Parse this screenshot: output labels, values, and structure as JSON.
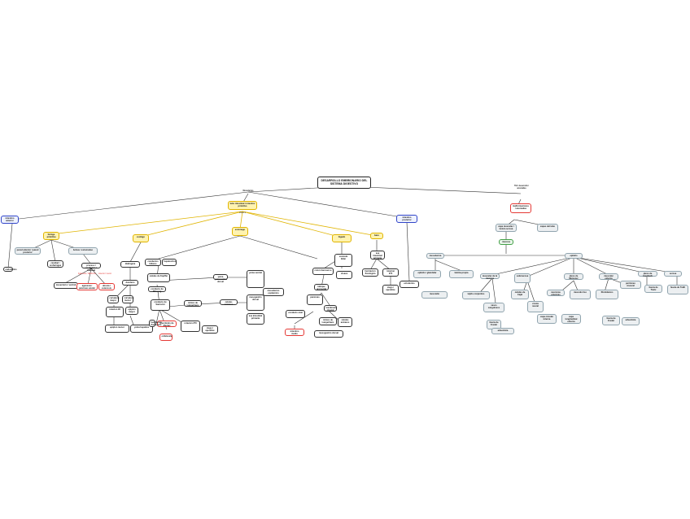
{
  "root": "DESARROLLO EMBRIONARIO DEL SISTEMA DIGESTIVO",
  "left": {
    "hub": "Mesodermo",
    "main": "tubo intestinal / intestino primitivo",
    "main_label": "divide a",
    "branches": {
      "intestino_anterior": "intestino anterior",
      "faringe": "faringe primitiva",
      "bolsas": "bolsas / estomodeo",
      "esofago": "esofago",
      "estomago": "estomago",
      "higado": "higado",
      "vesicula": "vesicula biliar",
      "pancreas": "pancreas",
      "bazo": "bazo",
      "int_medio": "intestino medio",
      "int_posterior": "intestino posterior"
    },
    "details": [
      "pared anterior / pared posterior",
      "cavidad / orofaringea",
      "proceso / esofagico / traqueal",
      "mesenterio / ventral",
      "diafragma",
      "duodeno",
      "curvatura mayor",
      "curvatura menor",
      "rotacion 90",
      "epiplon mayor",
      "epiplon menor",
      "yema hepatica",
      "conductos biliares",
      "hepatocitos",
      "celulas de Kupffer",
      "yema pancreatica dorsal",
      "yema ventral",
      "conducto de Wirsung",
      "conducto de Santorini",
      "islotes de Langerhans",
      "celulas acinares",
      "mesogastrio dorsal",
      "asa intestinal primaria",
      "herniacion fisiologica",
      "rotacion 270",
      "ciego / apendice",
      "colon transverso",
      "cloaca",
      "tabique urorrectal",
      "membrana cloacal",
      "conducto anal"
    ],
    "red_notes": [
      "ligamento / falciforme",
      "omento / menor",
      "agenesia / pancreas anular",
      "atresia / estenosis",
      "divertículo de Meckel",
      "onfalocele"
    ],
    "endoderm": "endodermo",
    "ectoderm": "ectodermo",
    "mesoderm_node": "mesodermo esplacnico"
  },
  "right": {
    "hub": "TGI / desarrollo / anomalias",
    "red_note": "malformaciones / anomalias",
    "sub": "capa muscular / tunica serosa",
    "mid": "capas del tubo",
    "center": "mucosa",
    "branch_a": "mesoderma",
    "branch_b": "epitelio",
    "items": [
      "epitelio / glandular",
      "lamina propia",
      "muscular de la mucosa",
      "submucosa",
      "plexo de Meissner",
      "muscular externa",
      "plexo de Auerbach",
      "serosa",
      "mesotelio",
      "tejido conjuntivo",
      "vasos sanguineos",
      "celulas de Cajal",
      "cresta neural",
      "neuronas entericas",
      "musculo liso",
      "fibroblastos",
      "peritoneo visceral",
      "fascia de Treitz",
      "fascia de Toldt",
      "fascia de Fredet",
      "adventicia",
      "capa circular interna",
      "capa longitudinal externa"
    ]
  }
}
